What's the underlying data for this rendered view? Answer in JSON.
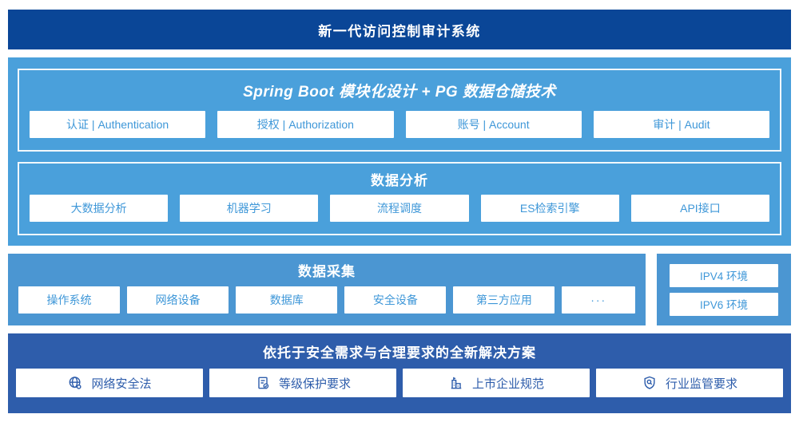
{
  "colors": {
    "banner": "#0a4697",
    "panel_light": "#4aa0db",
    "panel_collect": "#4b96d2",
    "panel_bottom": "#2e5dab",
    "box_text": "#3e97d8",
    "white": "#ffffff"
  },
  "header": {
    "title": "新一代访问控制审计系统"
  },
  "platform": {
    "title": "Spring Boot 模块化设计 + PG 数据仓储技术",
    "modules": [
      {
        "label": "认证 | Authentication"
      },
      {
        "label": "授权 | Authorization"
      },
      {
        "label": "账号 | Account"
      },
      {
        "label": "审计 | Audit"
      }
    ]
  },
  "analysis": {
    "title": "数据分析",
    "modules": [
      {
        "label": "大数据分析"
      },
      {
        "label": "机器学习"
      },
      {
        "label": "流程调度"
      },
      {
        "label": "ES检索引擎"
      },
      {
        "label": "API接口"
      }
    ]
  },
  "collection": {
    "title": "数据采集",
    "modules": [
      {
        "label": "操作系统"
      },
      {
        "label": "网络设备"
      },
      {
        "label": "数据库"
      },
      {
        "label": "安全设备"
      },
      {
        "label": "第三方应用"
      },
      {
        "label": "···"
      }
    ]
  },
  "environments": {
    "items": [
      {
        "label": "IPV4 环境"
      },
      {
        "label": "IPV6 环境"
      }
    ]
  },
  "solution": {
    "title": "依托于安全需求与合理要求的全新解决方案",
    "items": [
      {
        "icon": "globe-icon",
        "label": "网络安全法"
      },
      {
        "icon": "document-check-icon",
        "label": "等级保护要求"
      },
      {
        "icon": "building-icon",
        "label": "上市企业规范"
      },
      {
        "icon": "shield-search-icon",
        "label": "行业监管要求"
      }
    ]
  }
}
